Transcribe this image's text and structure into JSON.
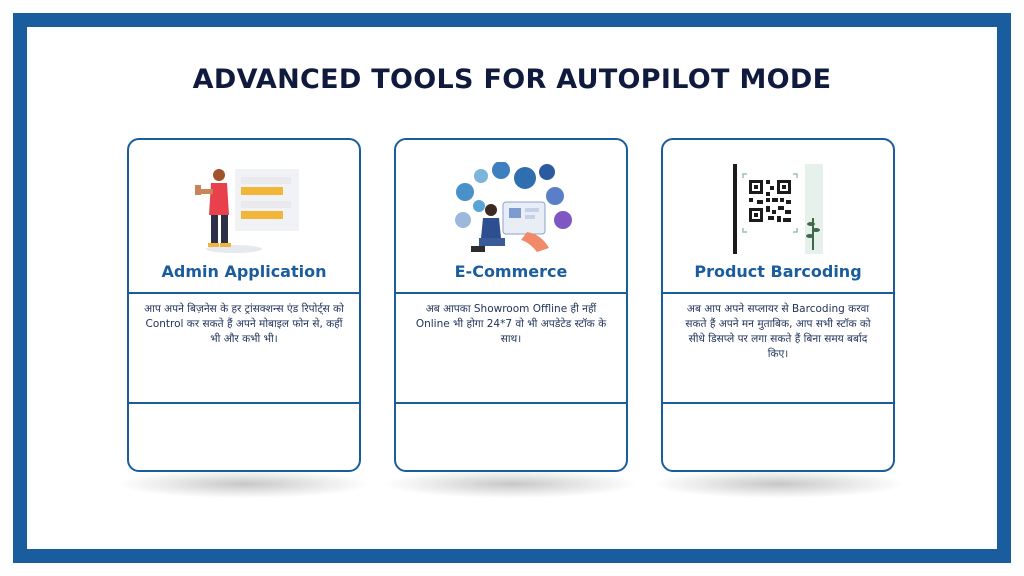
{
  "page": {
    "title": "ADVANCED TOOLS FOR AUTOPILOT MODE"
  },
  "colors": {
    "frame": "#1a5d9e",
    "title": "#0f1a3d",
    "card_border": "#1a5d9e",
    "card_title": "#1a5d9e",
    "body_text": "#1e3158"
  },
  "cards": [
    {
      "title": "Admin Application",
      "description": "आप अपने बिज़नेस के हर ट्रांसक्शन्स एंड रिपोर्ट्स को Control कर सकते हैं अपने मोबाइल फोन से, कहीं भी और कभी भी।",
      "icon": "admin-person-icon"
    },
    {
      "title": "E-Commerce",
      "description": "अब आपका Showroom Offline ही नहीं Online भी होगा 24*7 वो भी अपडेटेड स्टॉक के साथ।",
      "icon": "ecommerce-network-icon"
    },
    {
      "title": "Product Barcoding",
      "description": "अब आप अपने सप्लायर से Barcoding करवा सकते हैं अपने मन मुताबिक, आप सभी स्टॉक को सीधे डिसप्ले पर लगा सकते हैं बिना समय बर्बाद किए।",
      "icon": "qr-code-icon"
    }
  ]
}
